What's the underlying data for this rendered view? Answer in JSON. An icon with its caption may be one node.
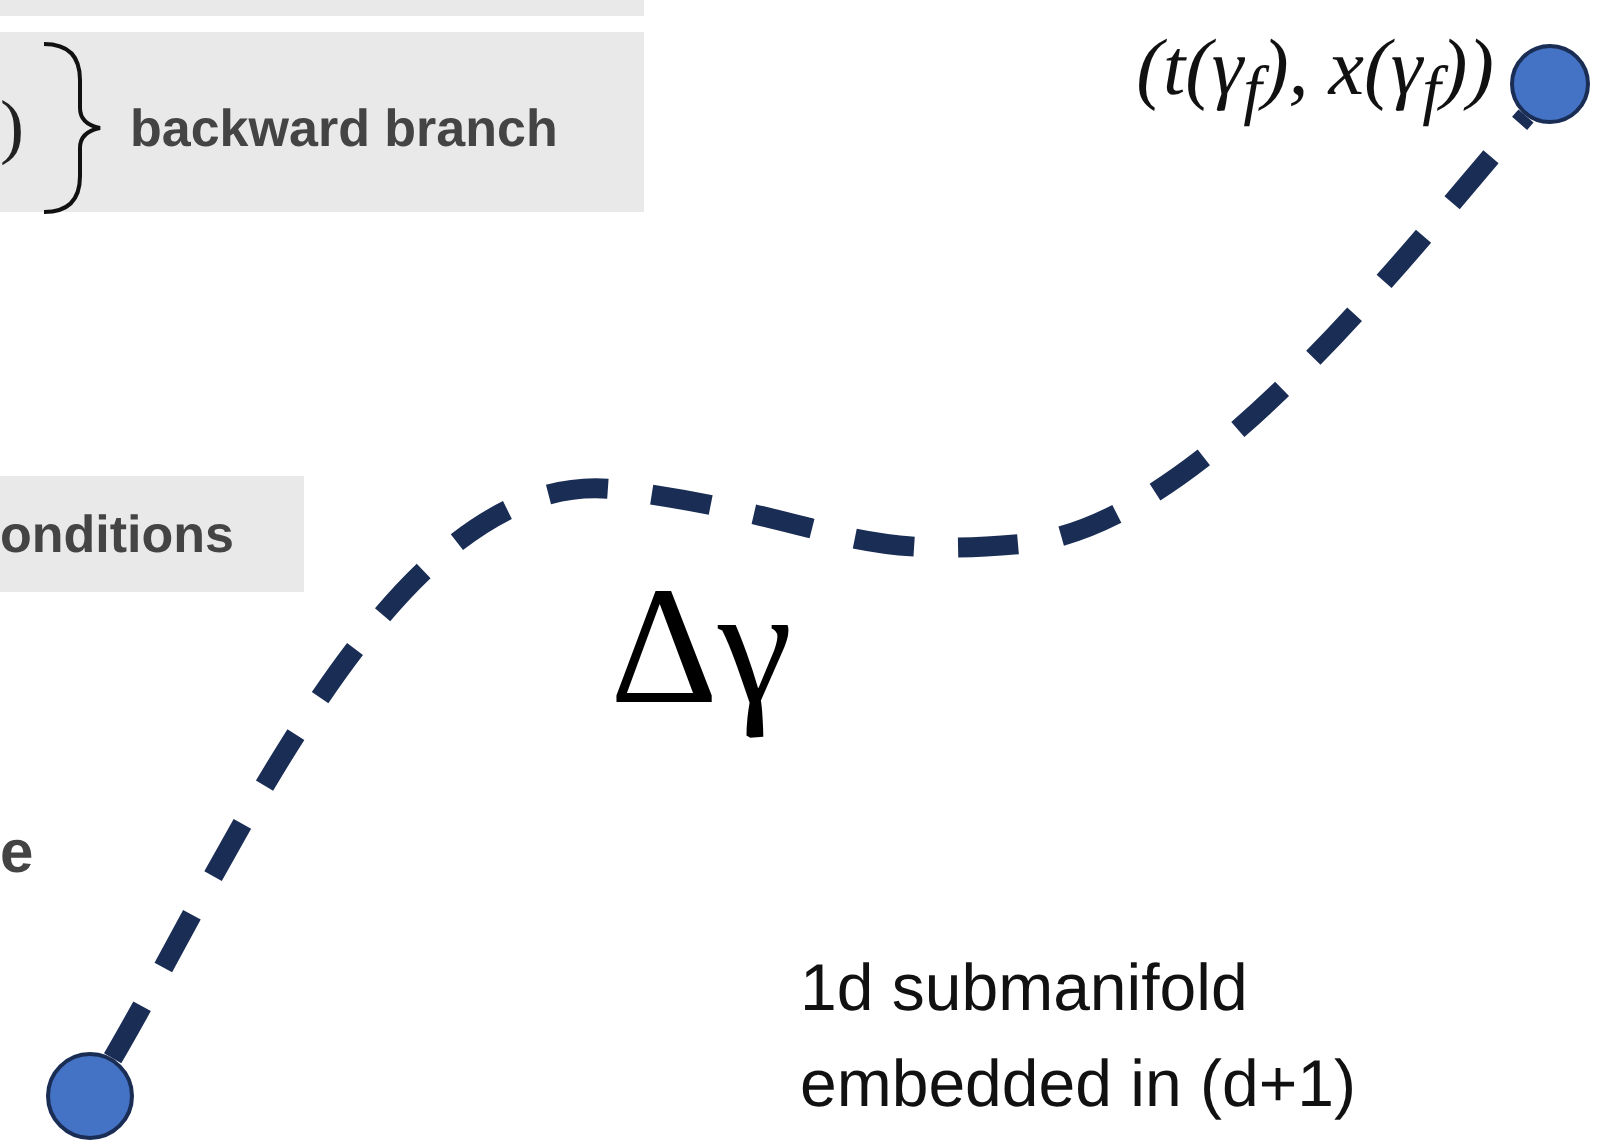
{
  "diagram": {
    "nodes": [
      {
        "text": [],
        "shape": "circle"
      },
      {
        "text": [],
        "shape": "circle",
        "beside": [
          "(t(γ$_{f}$), x(γ$_{f}$))"
        ]
      }
    ],
    "edges": [
      {
        "from": 0,
        "to": 1,
        "arrow": "none",
        "style": "dashed",
        "label": "Δγ"
      }
    ],
    "labels": [
      ")",
      "backward branch",
      "onditions",
      "e",
      "1d submanifold embedded in (d+1)"
    ]
  }
}
